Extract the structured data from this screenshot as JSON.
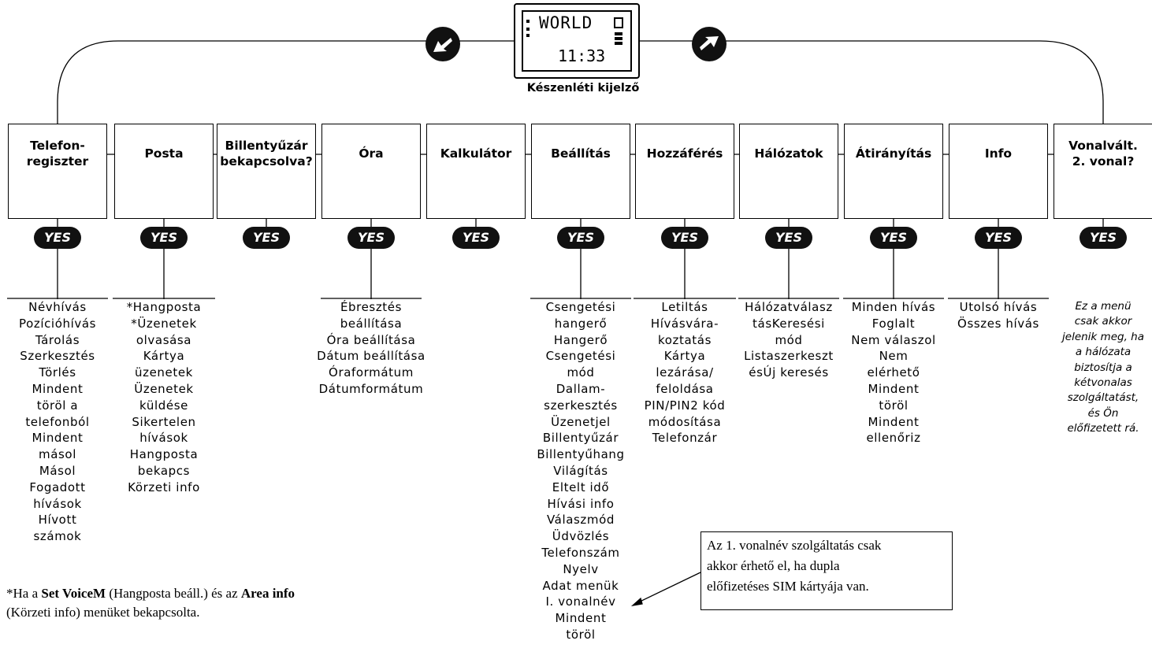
{
  "standby": {
    "display_top": "WORLD",
    "display_time": "11:33",
    "caption": "Készenléti kijelző"
  },
  "badge_label": "YES",
  "menus": [
    {
      "title": "Telefon-\nregiszter",
      "items": [
        "Névhívás",
        "Pozícióhívás",
        "Tárolás",
        "Szerkesztés",
        "Törlés",
        "Mindent",
        "töröl a",
        "telefonból",
        "Mindent",
        "másol",
        "Másol",
        "Fogadott",
        "hívások",
        "Hívott",
        "számok"
      ]
    },
    {
      "title": "Posta",
      "items": [
        "*Hangposta",
        "*Üzenetek",
        "olvasása",
        "Kártya",
        "üzenetek",
        "Üzenetek",
        "küldése",
        "Sikertelen",
        "hívások",
        "Hangposta",
        "bekapcs",
        "Körzeti info"
      ]
    },
    {
      "title": "Billentyűzár\nbekapcsolva?",
      "items": []
    },
    {
      "title": "Óra",
      "items": [
        "Ébresztés",
        "beállítása",
        "Óra beállítása",
        "Dátum beállítása",
        "Óraformátum",
        "Dátumformátum"
      ]
    },
    {
      "title": "Kalkulátor",
      "items": []
    },
    {
      "title": "Beállítás",
      "items": [
        "Csengetési",
        "hangerő",
        "Hangerő",
        "Csengetési",
        "mód",
        "Dallam-",
        "szerkesztés",
        "Üzenetjel",
        "Billentyűzár",
        "Billentyűhang",
        "Világítás",
        "Eltelt idő",
        "Hívási info",
        "Válaszmód",
        "Üdvözlés",
        "Telefonszám",
        "Nyelv",
        "Adat menük",
        "I. vonalnév",
        "Mindent",
        "töröl"
      ]
    },
    {
      "title": "Hozzáférés",
      "items": [
        "Letiltás",
        "Hívásvára-",
        "koztatás",
        "Kártya",
        "lezárása/",
        "feloldása",
        "PIN/PIN2 kód",
        "módosítása",
        "Telefonzár"
      ]
    },
    {
      "title": "Hálózatok",
      "items": [
        "Hálózatválasz",
        "tásKeresési",
        "mód",
        "Listaszerkeszt",
        "ésÚj keresés"
      ]
    },
    {
      "title": "Átirányítás",
      "items": [
        "Minden hívás",
        "Foglalt",
        "Nem válaszol",
        "Nem",
        "elérhető",
        "Mindent",
        "töröl",
        "Mindent",
        "ellenőriz"
      ]
    },
    {
      "title": "Info",
      "items": [
        "Utolsó hívás",
        "Összes hívás"
      ]
    },
    {
      "title": "Vonalvált.\n2. vonal?",
      "items": []
    }
  ],
  "line2_note": [
    "Ez a menü",
    "csak akkor",
    "jelenik meg, ha",
    "a hálózata",
    "biztosítja a",
    "kétvonalas",
    "szolgáltatást,",
    "és Ön",
    "előfizetett rá."
  ],
  "callout": [
    "Az 1. vonalnév szolgáltatás csak",
    "akkor érhető el, ha dupla",
    "előfizetéses SIM kártyája van."
  ],
  "footnote": {
    "line1_prefix": "*Ha a ",
    "bold1": "Set VoiceM",
    "line1_mid": " (Hangposta beáll.) és az ",
    "bold2": "Area info",
    "line2": "(Körzeti info) menüket bekapcsolta."
  }
}
